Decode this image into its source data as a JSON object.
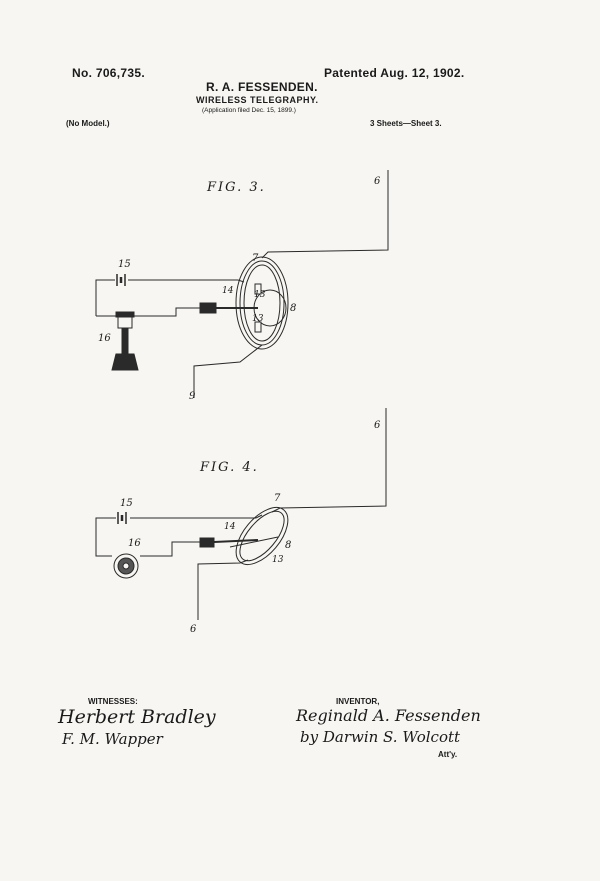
{
  "header": {
    "patent_no": "No. 706,735.",
    "patent_date": "Patented Aug. 12, 1902.",
    "inventor_name": "R. A. FESSENDEN.",
    "title": "WIRELESS TELEGRAPHY.",
    "application_filed": "(Application filed Dec. 15, 1899.)",
    "model": "(No Model.)",
    "sheets": "3 Sheets—Sheet 3."
  },
  "figures": {
    "fig3": {
      "label": "FIG. 3.",
      "refs": {
        "r6": "6",
        "r7": "7",
        "r8": "8",
        "r9": "9",
        "r13a": "13",
        "r13b": "13",
        "r14": "14",
        "r15": "15",
        "r16": "16"
      }
    },
    "fig4": {
      "label": "FIG. 4.",
      "refs": {
        "r6": "6",
        "r7": "7",
        "r8": "8",
        "r9": "6",
        "r13": "13",
        "r14": "14",
        "r15": "15",
        "r16": "16"
      }
    }
  },
  "footer": {
    "witnesses_label": "WITNESSES:",
    "witness1": "Herbert Bradley",
    "witness2": "F. M. Wapper",
    "inventor_label": "INVENTOR,",
    "inventor_signature": "Reginald A. Fessenden",
    "attorney_signature": "by Darwin S. Wolcott",
    "attorney_abbrev": "Att'y."
  }
}
